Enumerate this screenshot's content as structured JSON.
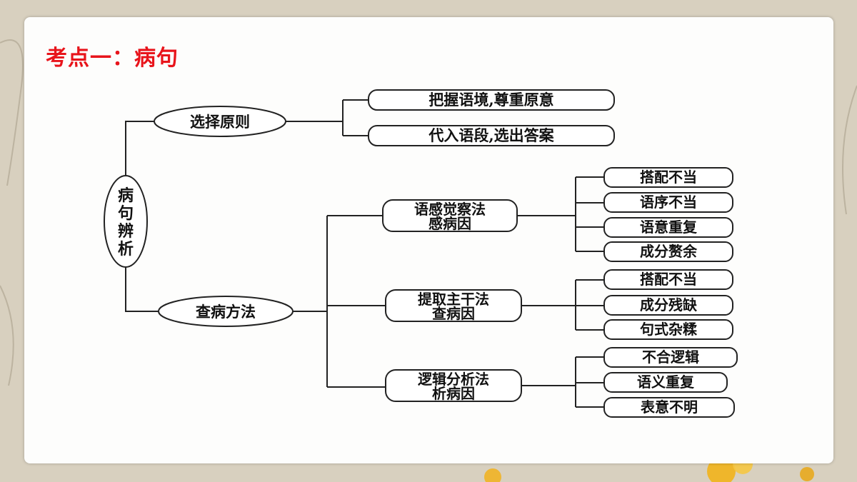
{
  "title": "考点一：病句",
  "diagram": {
    "root": "病句辨析",
    "branches": [
      {
        "label": "选择原则",
        "children": [
          {
            "label": "把握语境,尊重原意"
          },
          {
            "label": "代入语段,选出答案"
          }
        ]
      },
      {
        "label": "查病方法",
        "children": [
          {
            "label_line1": "语感觉察法",
            "label_line2": "感病因",
            "children": [
              "搭配不当",
              "语序不当",
              "语意重复",
              "成分赘余"
            ]
          },
          {
            "label_line1": "提取主干法",
            "label_line2": "查病因",
            "children": [
              "搭配不当",
              "成分残缺",
              "句式杂糅"
            ]
          },
          {
            "label_line1": "逻辑分析法",
            "label_line2": "析病因",
            "children": [
              "不合逻辑",
              "语义重复",
              "表意不明"
            ]
          }
        ]
      }
    ]
  },
  "colors": {
    "title": "#e8141b",
    "line": "#222222",
    "node_fill": "#ffffff"
  }
}
